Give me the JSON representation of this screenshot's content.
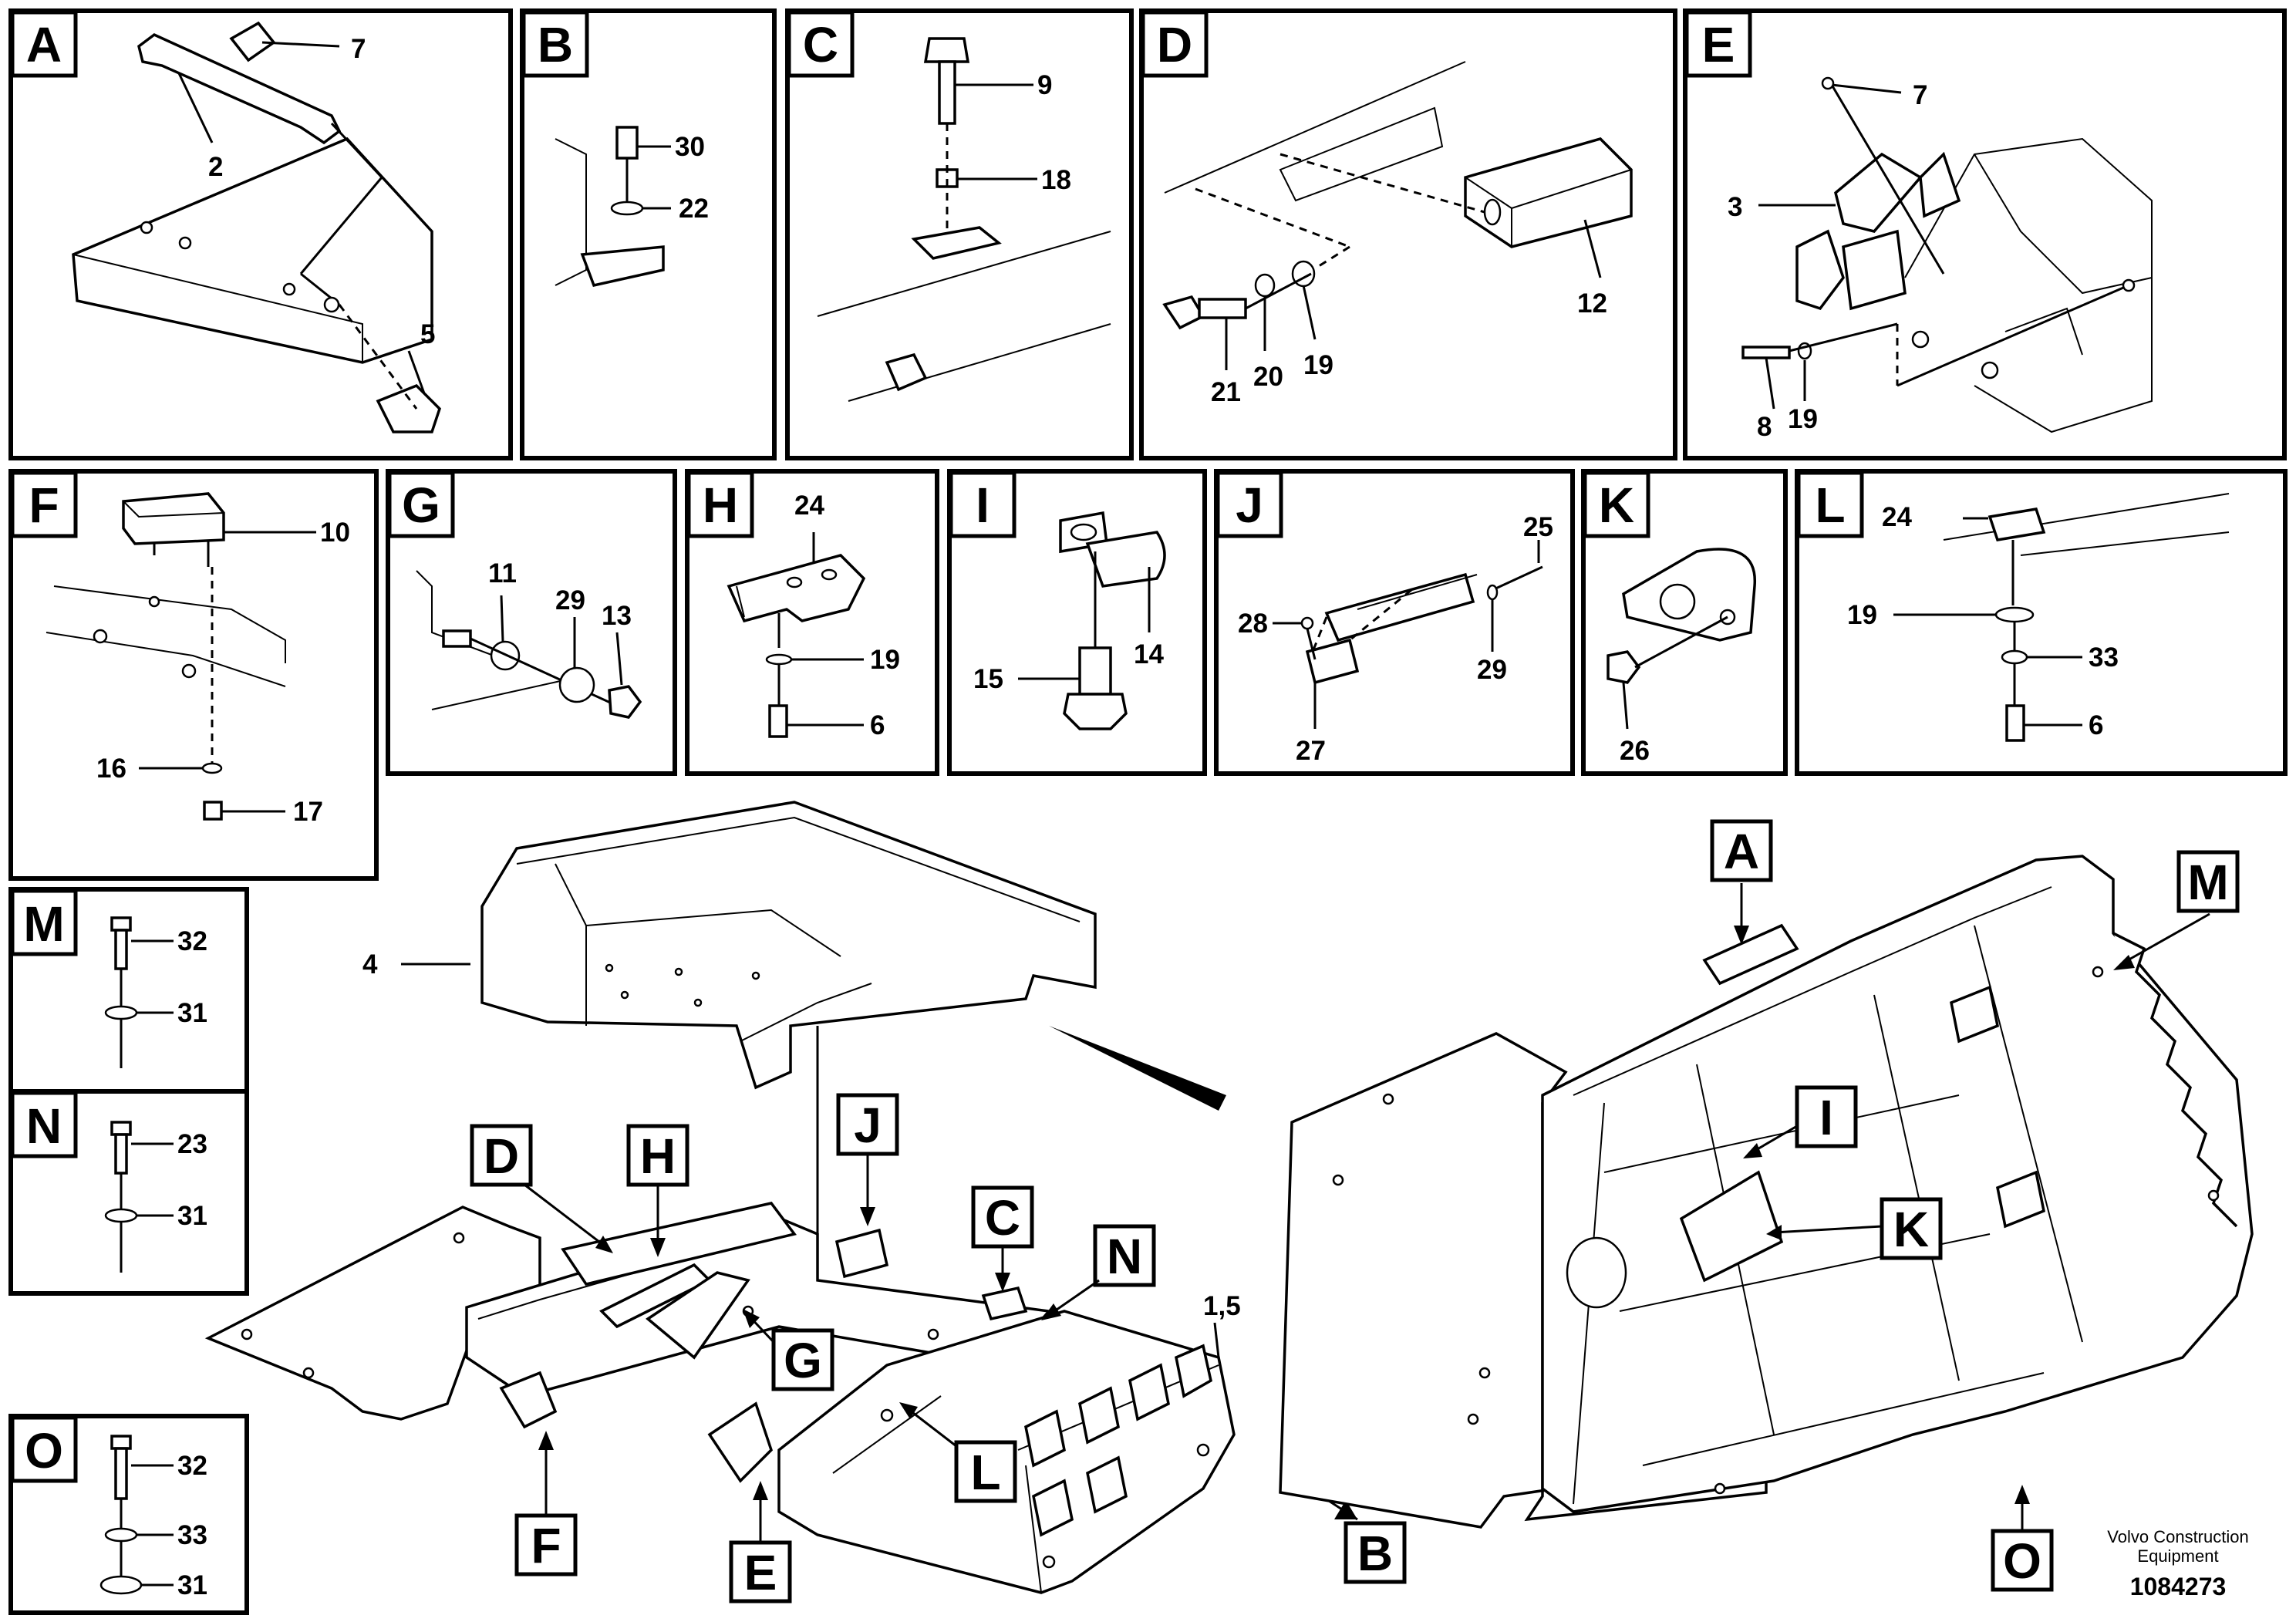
{
  "panels": [
    {
      "letter": "A",
      "labels": [
        "7",
        "2",
        "5"
      ]
    },
    {
      "letter": "B",
      "labels": [
        "30",
        "22"
      ]
    },
    {
      "letter": "C",
      "labels": [
        "9",
        "18"
      ]
    },
    {
      "letter": "D",
      "labels": [
        "12",
        "21",
        "20",
        "19"
      ]
    },
    {
      "letter": "E",
      "labels": [
        "7",
        "3",
        "8",
        "19"
      ]
    },
    {
      "letter": "F",
      "labels": [
        "10",
        "16",
        "17"
      ]
    },
    {
      "letter": "G",
      "labels": [
        "11",
        "29",
        "13"
      ]
    },
    {
      "letter": "H",
      "labels": [
        "24",
        "19",
        "6"
      ]
    },
    {
      "letter": "I",
      "labels": [
        "15",
        "14"
      ]
    },
    {
      "letter": "J",
      "labels": [
        "25",
        "28",
        "29",
        "27"
      ]
    },
    {
      "letter": "K",
      "labels": [
        "26"
      ]
    },
    {
      "letter": "L",
      "labels": [
        "24",
        "19",
        "33",
        "6"
      ]
    },
    {
      "letter": "M",
      "labels": [
        "32",
        "31"
      ]
    },
    {
      "letter": "N",
      "labels": [
        "23",
        "31"
      ]
    },
    {
      "letter": "O",
      "labels": [
        "32",
        "33",
        "31"
      ]
    }
  ],
  "main": {
    "part_labels": [
      "4",
      "1,5"
    ],
    "callouts": [
      "D",
      "H",
      "J",
      "C",
      "N",
      "G",
      "L",
      "F",
      "E",
      "B",
      "A",
      "M",
      "I",
      "K",
      "O"
    ]
  },
  "footer": {
    "company_line1": "Volvo Construction",
    "company_line2": "Equipment",
    "doc_number": "1084273"
  }
}
